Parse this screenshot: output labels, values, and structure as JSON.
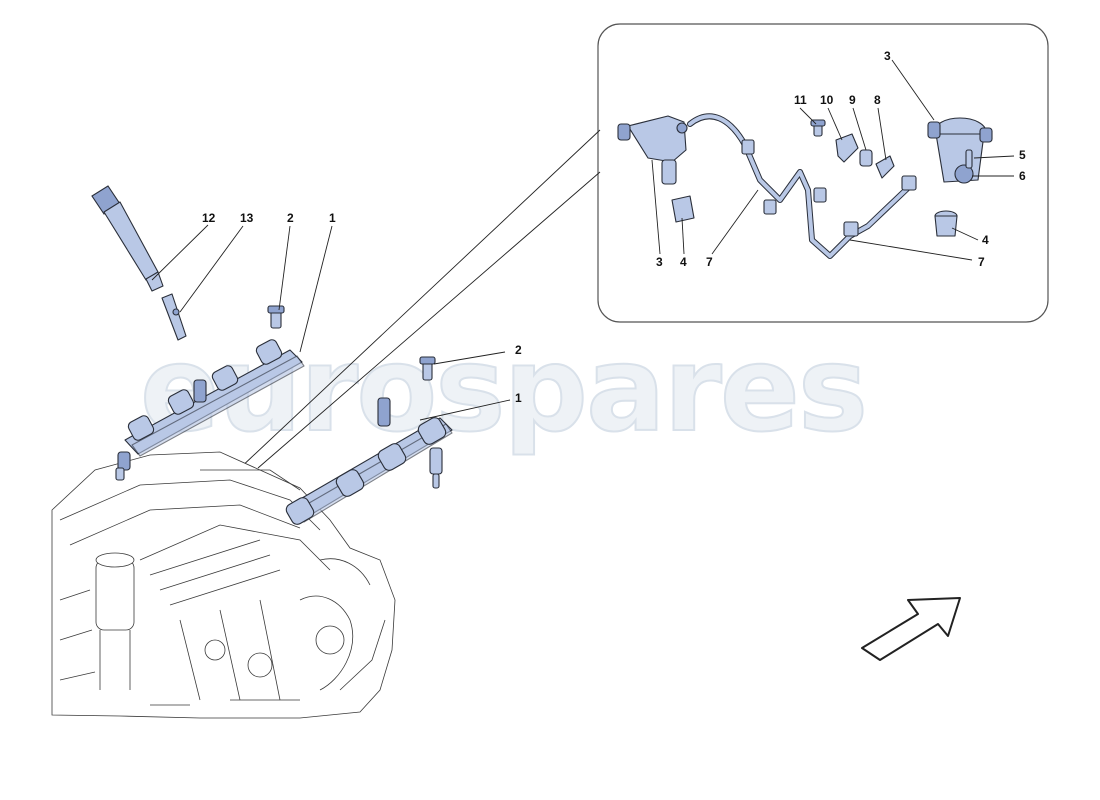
{
  "watermark": {
    "text": "eurospares"
  },
  "callouts": {
    "c_12": "12",
    "c_13": "13",
    "c_2a": "2",
    "c_1a": "1",
    "c_2b": "2",
    "c_1b": "1",
    "c_3top": "3",
    "c_11": "11",
    "c_10": "10",
    "c_9": "9",
    "c_8": "8",
    "c_5": "5",
    "c_6": "6",
    "c_4r": "4",
    "c_7r": "7",
    "c_3bot": "3",
    "c_4bot": "4",
    "c_7bot": "7"
  },
  "colors": {
    "part_fill": "#b9c8e6",
    "part_dark": "#8fa3cf",
    "line": "#2a2f3a"
  },
  "icons": {
    "orientation_arrow": "arrow-up-right-icon"
  }
}
